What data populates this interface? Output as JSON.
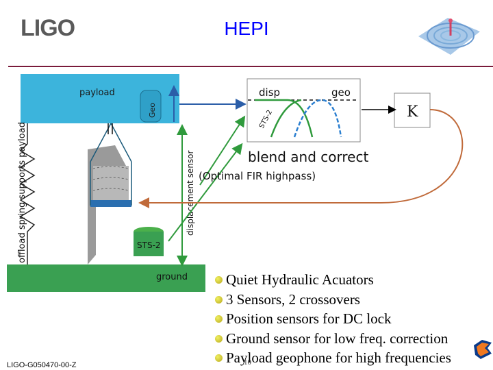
{
  "header": {
    "logo_text": "LIGO",
    "title": "HEPI"
  },
  "footer": {
    "doc_id": "LIGO-G050470-00-Z",
    "page_number": "10"
  },
  "diagram": {
    "payload_label": "payload",
    "geo_label": "Geo",
    "spring_label": "offload spring supports payload",
    "sensor_label": "displacement sensor",
    "sts_label": "STS-2",
    "ground_label": "ground",
    "plot_disp_label": "disp",
    "plot_geo_label": "geo",
    "plot_sts_label": "STS-2",
    "controller_label": "K",
    "blend_label": "blend and correct",
    "fir_label": "(Optimal FIR highpass)"
  },
  "bullets": [
    "Quiet Hydraulic Acuators",
    "3 Sensors, 2 crossovers",
    "Position sensors for DC lock",
    "Ground sensor for low freq. correction",
    "Payload geophone for high frequencies"
  ],
  "colors": {
    "title": "#0000ff",
    "payload": "#3cb4dc",
    "ground": "#3aa052",
    "sensor_green": "#2f9a3c",
    "feedback_brown": "#c06a3a",
    "sensor_blue": "#2b5ea8"
  }
}
